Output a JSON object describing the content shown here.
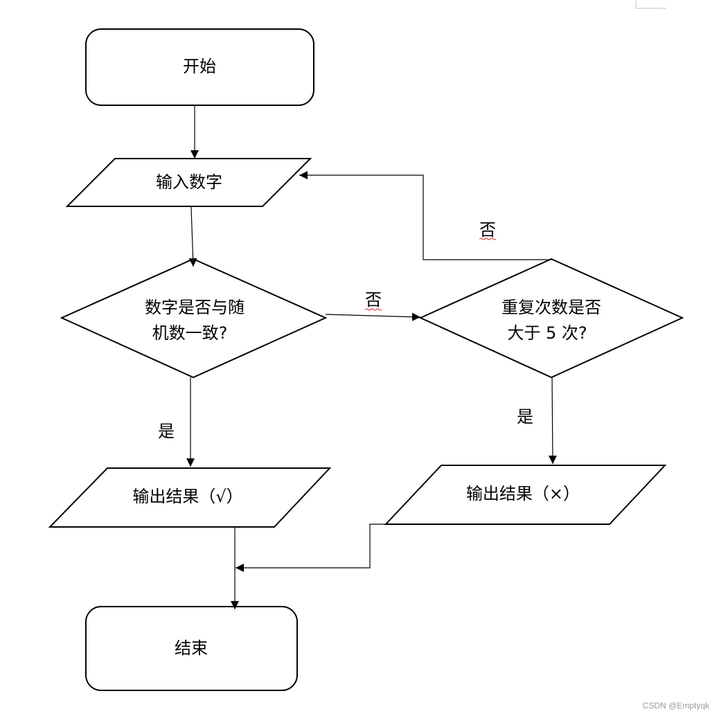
{
  "diagram": {
    "nodes": {
      "start": "开始",
      "input": "输入数字",
      "check_match": [
        "数字是否与随",
        "机数一致?"
      ],
      "check_count": [
        "重复次数是否",
        "大于 5 次?"
      ],
      "output_yes": "输出结果（√）",
      "output_no": "输出结果（×）",
      "end": "结束"
    },
    "edges": {
      "no_loop_label": "否",
      "no_label": "否",
      "yes_left_label": "是",
      "yes_right_label": "是"
    }
  },
  "watermark": "CSDN @Emptyqk",
  "colors": {
    "stroke": "#000000",
    "squiggle": "#e02020",
    "watermark": "#9a9a9a"
  }
}
